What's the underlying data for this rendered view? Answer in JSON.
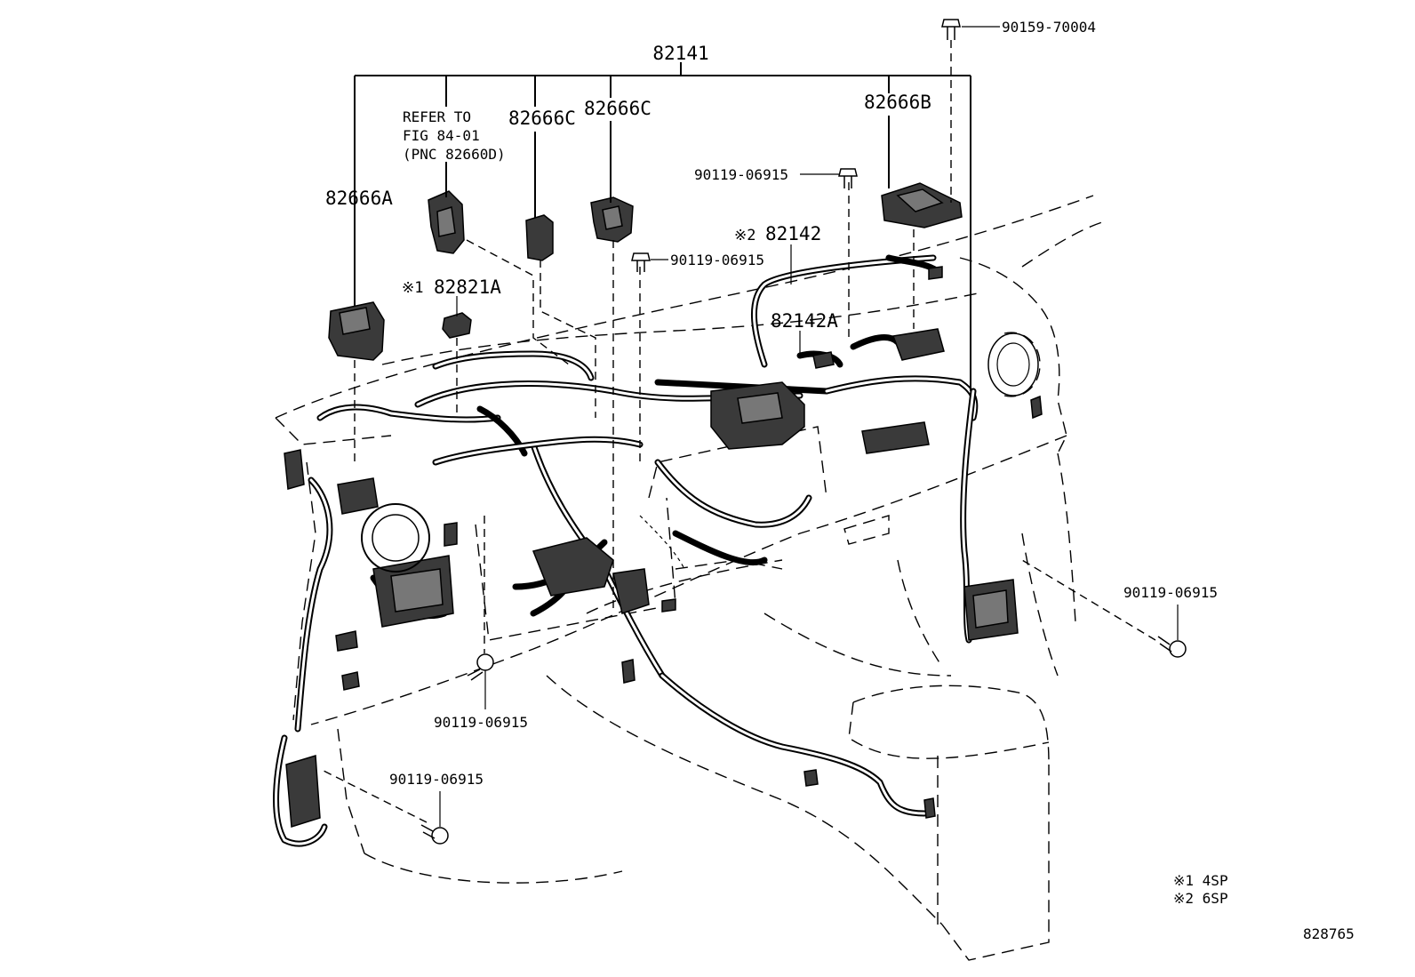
{
  "labels": {
    "main_harness": "82141",
    "sub_82666A": "82666A",
    "sub_82666C_1": "82666C",
    "sub_82666C_2": "82666C",
    "sub_82666B": "82666B",
    "refer_line1": "REFER TO",
    "refer_line2": "FIG 84-01",
    "refer_line3": "(PNC 82660D)",
    "connector_82821A_mark": "※1",
    "connector_82821A": "82821A",
    "harness_82142_mark": "※2",
    "harness_82142": "82142",
    "harness_82142A": "82142A",
    "bolt_90159_70004": "90159-70004",
    "bolt_top_center": "90119-06915",
    "bolt_upper_mid": "90119-06915",
    "bolt_right": "90119-06915",
    "bolt_bottom_center": "90119-06915",
    "bolt_bottom_left": "90119-06915"
  },
  "notes": {
    "note1": "※1 4SP",
    "note2": "※2 6SP"
  },
  "figure_number": "828765"
}
